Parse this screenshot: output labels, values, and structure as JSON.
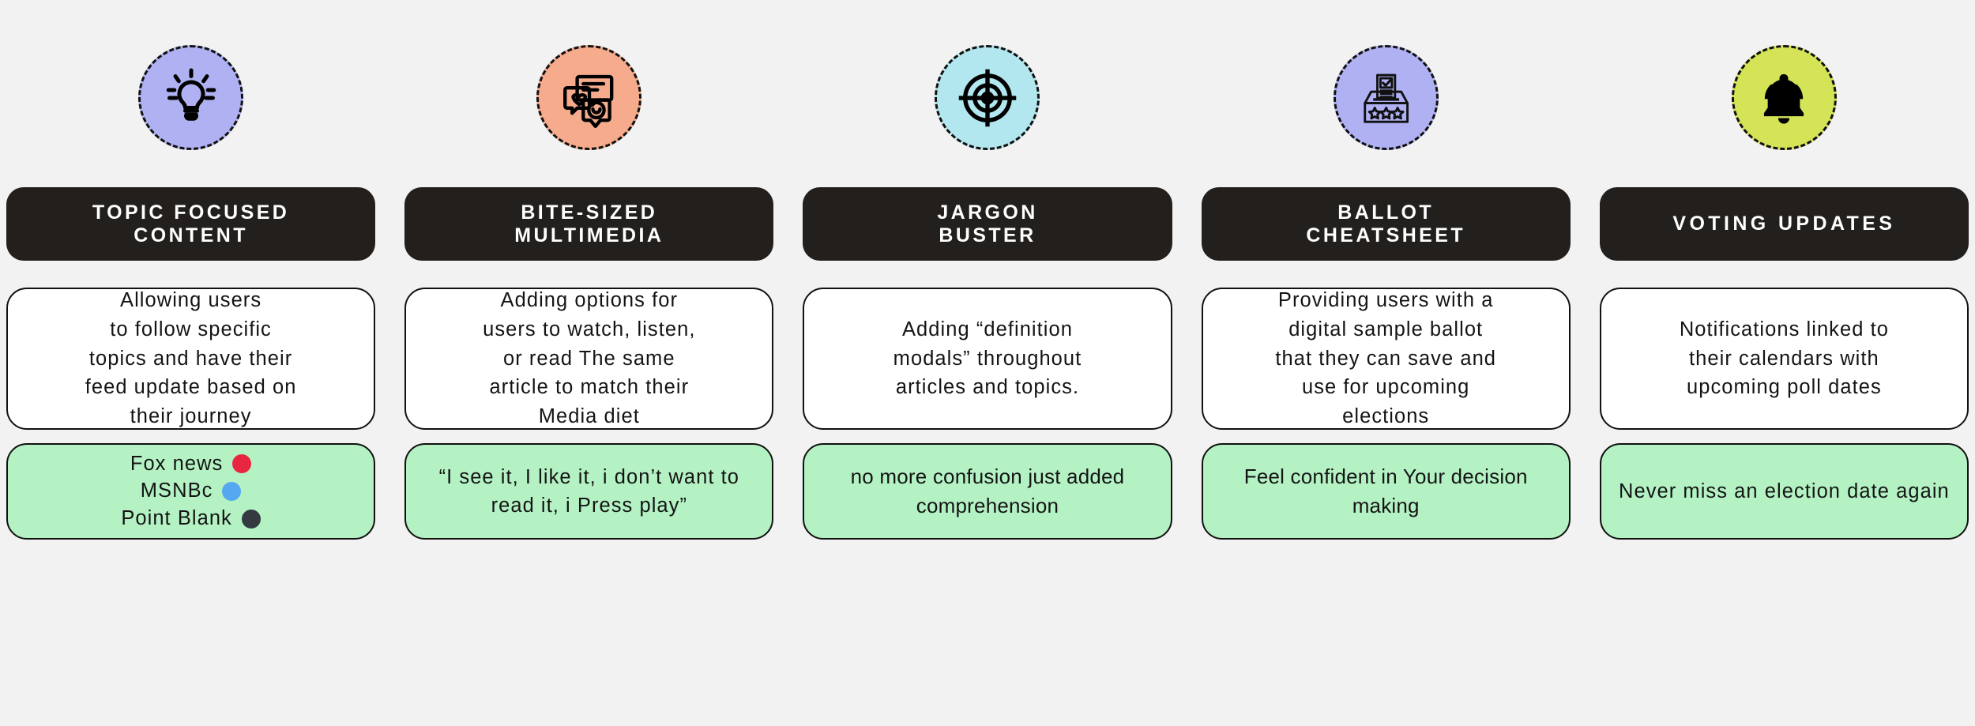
{
  "theme": {
    "background": "#f2f2f2",
    "title_bar_bg": "#231f1d",
    "title_bar_text": "#ffffff",
    "card_bg": "#ffffff",
    "outcome_bg": "#b4f2c4",
    "stroke": "#111111"
  },
  "columns": [
    {
      "icon": {
        "name": "lightbulb-icon",
        "circle_color": "#afb1f2"
      },
      "title": "TOPIC FOCUSED\nCONTENT",
      "description": "Allowing users\nto follow specific\ntopics and have their\nfeed update based on\ntheir journey",
      "outcome": {
        "type": "source-list",
        "items": [
          {
            "label": "Fox news",
            "dot_color": "#e8263f"
          },
          {
            "label": "MSNBc",
            "dot_color": "#55a7ef"
          },
          {
            "label": "Point Blank",
            "dot_color": "#343a40"
          }
        ]
      }
    },
    {
      "icon": {
        "name": "chat-bubbles-icon",
        "circle_color": "#f5ab8c"
      },
      "title": "BITE-SIZED\nMULTIMEDIA",
      "description": "Adding options for\nusers to watch, listen,\nor read The same\narticle to match their\nMedia diet",
      "outcome": {
        "type": "text",
        "text": "“I see it, I like it, i don’t want to read it, i Press play”",
        "style": "normal"
      }
    },
    {
      "icon": {
        "name": "target-icon",
        "circle_color": "#b3e7f0"
      },
      "title": "JARGON\nBUSTER",
      "description": "Adding “definition\nmodals” throughout\narticles and topics.",
      "outcome": {
        "type": "text",
        "text": "no more confusion just added comprehension",
        "style": "condensed"
      }
    },
    {
      "icon": {
        "name": "ballot-box-icon",
        "circle_color": "#afb1f2"
      },
      "title": "BALLOT\nCHEATSHEET",
      "description": "Providing users with a\ndigital sample ballot\nthat they can save and\nuse for upcoming\nelections",
      "outcome": {
        "type": "text",
        "text": "Feel confident in Your decision making",
        "style": "condensed"
      }
    },
    {
      "icon": {
        "name": "bell-icon",
        "circle_color": "#d5e356"
      },
      "title": "VOTING UPDATES",
      "description": "Notifications linked to\ntheir calendars with\nupcoming poll dates",
      "outcome": {
        "type": "text",
        "text": "Never miss an election date again",
        "style": "normal"
      }
    }
  ]
}
